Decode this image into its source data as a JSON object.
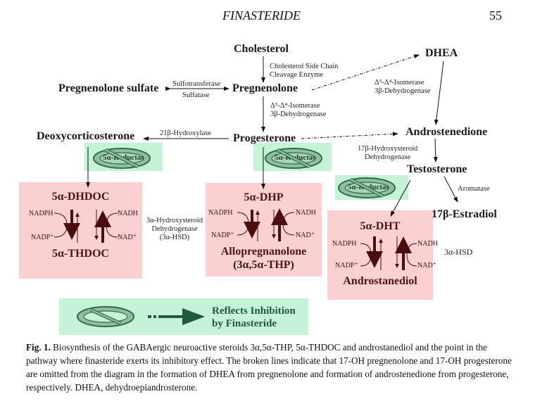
{
  "header": {
    "running_title": "FINASTERIDE",
    "page_number": "55"
  },
  "nodes": {
    "cholesterol": "Cholesterol",
    "pregnenolone": "Pregnenolone",
    "pregnenolone_sulfate": "Pregnenolone sulfate",
    "progesterone": "Progesterone",
    "deoxycorticosterone": "Deoxycorticosterone",
    "dhea": "DHEA",
    "androstenedione": "Androstenedione",
    "testosterone": "Testosterone",
    "estradiol": "17β-Estradiol",
    "dhdoc": "5α-DHDOC",
    "thdoc": "5α-THDOC",
    "dhp": "5α-DHP",
    "allopregnanolone": "Allopregnanolone",
    "thp": "(3α,5α-THP)",
    "dht": "5α-DHT",
    "androstanediol": "Androstanediol"
  },
  "enzymes": {
    "scc_line1": "Cholesterol Side Chain",
    "scc_line2": "Cleavage Enzyme",
    "sulfotransferase": "Sulfotransferase",
    "sulfatase": "Sulfatase",
    "isomerase_a_line1": "Δ⁵-Δ⁴-Isomerase",
    "isomerase_a_line2": "3β-Dehydrogenase",
    "isomerase_b_line1": "Δ⁵-Δ⁴-Isomerase",
    "isomerase_b_line2": "3β-Dehydrogenase",
    "hydroxylase": "21β-Hydroxylase",
    "hsd17_line1": "17β-Hydroxysteroid",
    "hsd17_line2": "Dehydrogenase",
    "aromatase": "Aromatase",
    "hsd3_line1": "3α-Hydroxysteroid",
    "hsd3_line2": "Dehydrogenase",
    "hsd3_line3": "(3α-HSD)",
    "hsd3_short": "3α-HSD"
  },
  "inhibitor_label": "5α-Reductas",
  "cofactors": {
    "nadph": "NADPH",
    "nadp": "NADP⁺",
    "nadh": "NADH",
    "nad": "NAD⁺"
  },
  "legend": {
    "line1": "Reflects Inhibition",
    "line2": "by Finasteride"
  },
  "caption": {
    "label": "Fig. 1.",
    "text": " Biosynthesis of the GABAergic neuroactive steroids 3α,5α-THP, 5α-THDOC and androstanediol and the point in the pathway where finasteride exerts its inhibitory effect. The broken lines indicate that 17-OH pregnenolone and 17-OH progesterone are omitted from the diagram in the formation of DHEA from pregnenolone and formation of androstenedione from progesterone, respectively. DHEA, dehydroepiandrosterone."
  },
  "colors": {
    "inhibit_box": "#c6f3d8",
    "product_box": "#fbd0d0",
    "oval_fill": "#8fbfa0",
    "oval_stroke": "#2f6b48",
    "arrow_dark": "#4a0e0e"
  }
}
